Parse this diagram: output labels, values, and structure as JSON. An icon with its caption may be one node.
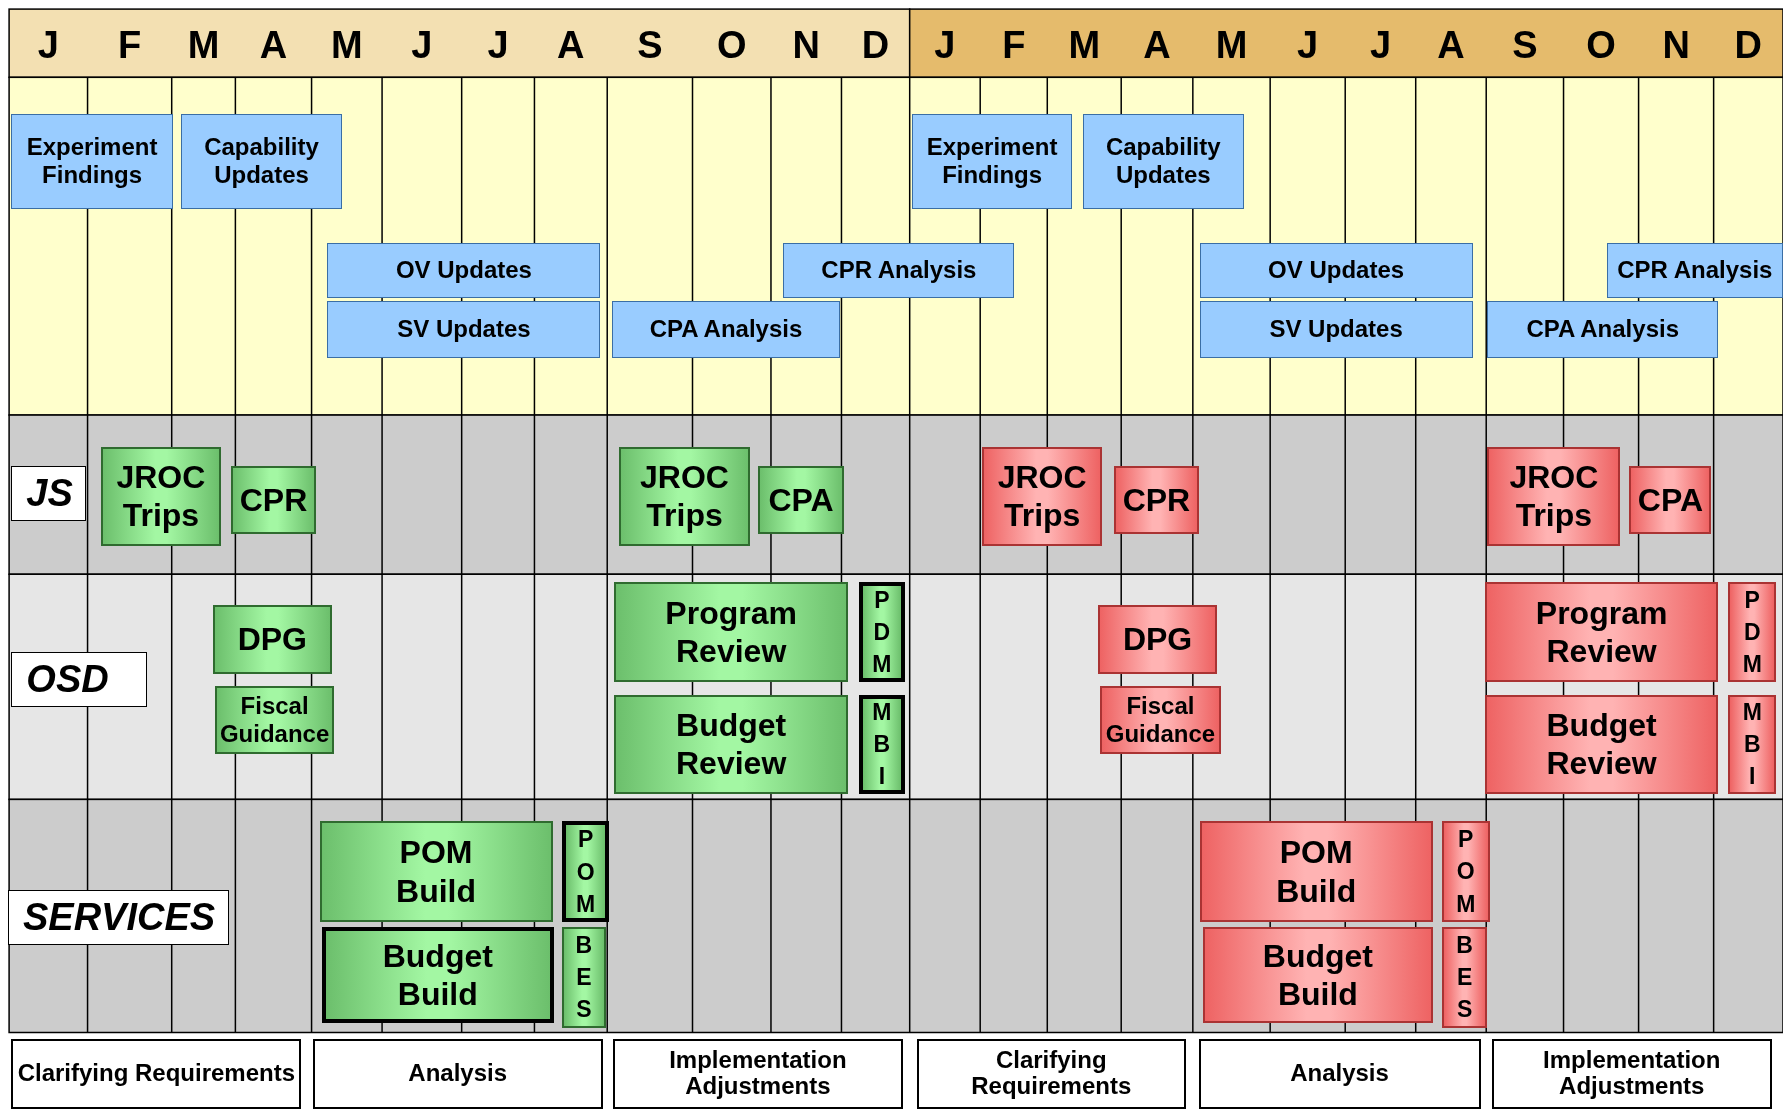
{
  "diagram": {
    "nodes": [
      {
        "text": [
          "Experiment Findings"
        ]
      },
      {
        "text": [
          "Capability Updates"
        ]
      },
      {
        "text": [
          "Experiment Findings"
        ]
      },
      {
        "text": [
          "Capability Updates"
        ]
      },
      {
        "text": [
          "OV Updates"
        ]
      },
      {
        "text": [
          "CPR Analysis"
        ]
      },
      {
        "text": [
          "OV Updates"
        ]
      },
      {
        "text": [
          "CPR Analysis"
        ]
      },
      {
        "text": [
          "SV Updates"
        ]
      },
      {
        "text": [
          "CPA Analysis"
        ]
      },
      {
        "text": [
          "SV Updates"
        ]
      },
      {
        "text": [
          "CPA Analysis"
        ]
      },
      {
        "text": [
          "JS"
        ]
      },
      {
        "text": [
          "JROC Trips"
        ]
      },
      {
        "text": [
          "CPR"
        ]
      },
      {
        "text": [
          "JROC Trips"
        ]
      },
      {
        "text": [
          "CPA"
        ]
      },
      {
        "text": [
          "JROC Trips"
        ]
      },
      {
        "text": [
          "CPR"
        ]
      },
      {
        "text": [
          "JROC Trips"
        ]
      },
      {
        "text": [
          "CPA"
        ]
      },
      {
        "text": [
          "OSD"
        ]
      },
      {
        "text": [
          "DPG"
        ]
      },
      {
        "text": [
          "Program Review"
        ]
      },
      {
        "text": [
          "P D M"
        ]
      },
      {
        "text": [
          "DPG"
        ]
      },
      {
        "text": [
          "Program Review"
        ]
      },
      {
        "text": [
          "P D M"
        ]
      },
      {
        "text": [
          "Fiscal Guidance"
        ]
      },
      {
        "text": [
          "Budget Review"
        ]
      },
      {
        "text": [
          "M B I"
        ]
      },
      {
        "text": [
          "Fiscal Guidance"
        ]
      },
      {
        "text": [
          "Budget Review"
        ]
      },
      {
        "text": [
          "M B I"
        ]
      },
      {
        "text": [
          "SERVICES"
        ]
      },
      {
        "text": [
          "POM Build"
        ]
      },
      {
        "text": [
          "P O M"
        ]
      },
      {
        "text": [
          "POM Build"
        ]
      },
      {
        "text": [
          "P O M"
        ]
      },
      {
        "text": [
          "Budget Build"
        ]
      },
      {
        "text": [
          "B E S"
        ]
      },
      {
        "text": [
          "Budget Build"
        ]
      },
      {
        "text": [
          "B E S"
        ]
      },
      {
        "text": [
          "Clarifying Requirements"
        ]
      },
      {
        "text": [
          "Analysis"
        ]
      },
      {
        "text": [
          "Implementation Adjustments"
        ]
      },
      {
        "text": [
          "Clarifying Requirements"
        ]
      },
      {
        "text": [
          "Analysis"
        ]
      },
      {
        "text": [
          "Implementation Adjustments"
        ]
      }
    ],
    "edges": [],
    "labels": [
      "J",
      "F",
      "M",
      "A",
      "M",
      "J",
      "J",
      "A",
      "S",
      "O",
      "N",
      "D",
      "J",
      "F",
      "M",
      "A",
      "M",
      "J",
      "J",
      "A",
      "S",
      "O",
      "N",
      "D"
    ]
  }
}
